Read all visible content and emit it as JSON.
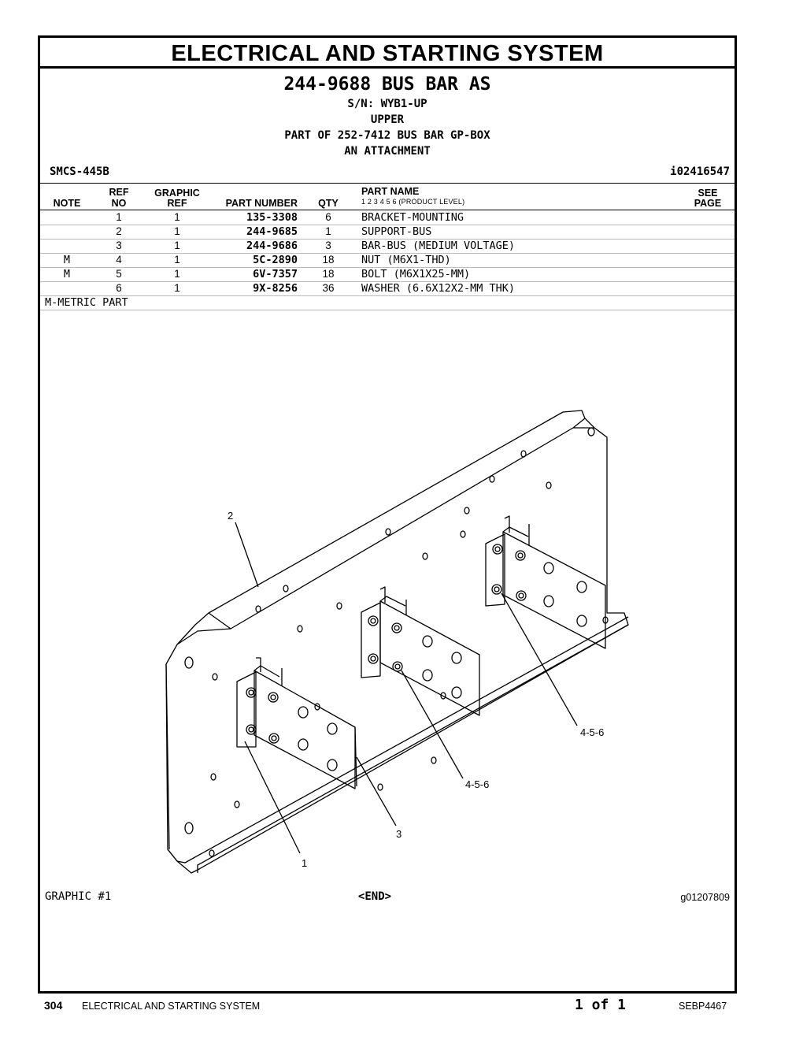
{
  "header": {
    "section_title": "ELECTRICAL AND STARTING SYSTEM",
    "part_title": "244-9688 BUS BAR AS",
    "serial": "S/N: WYB1-UP",
    "position": "UPPER",
    "part_of": "PART OF 252-7412 BUS BAR GP-BOX",
    "group": "AN ATTACHMENT",
    "smcs": "SMCS-445B",
    "illustration_id": "i02416547"
  },
  "table": {
    "headers": {
      "note": "NOTE",
      "ref_top": "REF",
      "ref_bottom": "NO",
      "graphic_top": "GRAPHIC",
      "graphic_bottom": "REF",
      "part_number": "PART NUMBER",
      "qty": "QTY",
      "part_name": "PART NAME",
      "levels": "1   2   3   4   5   6   (PRODUCT LEVEL)",
      "see_top": "SEE",
      "see_bottom": "PAGE"
    },
    "rows": [
      {
        "note": "",
        "ref": "1",
        "graphic": "1",
        "part_number": "135-3308",
        "qty": "6",
        "name": "BRACKET-MOUNTING"
      },
      {
        "note": "",
        "ref": "2",
        "graphic": "1",
        "part_number": "244-9685",
        "qty": "1",
        "name": "SUPPORT-BUS"
      },
      {
        "note": "",
        "ref": "3",
        "graphic": "1",
        "part_number": "244-9686",
        "qty": "3",
        "name": "BAR-BUS (MEDIUM VOLTAGE)"
      },
      {
        "note": "M",
        "ref": "4",
        "graphic": "1",
        "part_number": "5C-2890",
        "qty": "18",
        "name": "NUT (M6X1-THD)"
      },
      {
        "note": "M",
        "ref": "5",
        "graphic": "1",
        "part_number": "6V-7357",
        "qty": "18",
        "name": "BOLT (M6X1X25-MM)"
      },
      {
        "note": "",
        "ref": "6",
        "graphic": "1",
        "part_number": "9X-8256",
        "qty": "36",
        "name": "WASHER (6.6X12X2-MM THK)"
      }
    ],
    "footnote": "M-METRIC PART"
  },
  "graphic": {
    "callouts": [
      "2",
      "3",
      "1",
      "4-5-6",
      "4-5-6"
    ],
    "label": "GRAPHIC #1",
    "end_marker": "<END>",
    "graphic_id": "g01207809"
  },
  "footer": {
    "page_number": "304",
    "section": "ELECTRICAL AND STARTING SYSTEM",
    "page_of": "1 of 1",
    "doc_id": "SEBP4467"
  }
}
